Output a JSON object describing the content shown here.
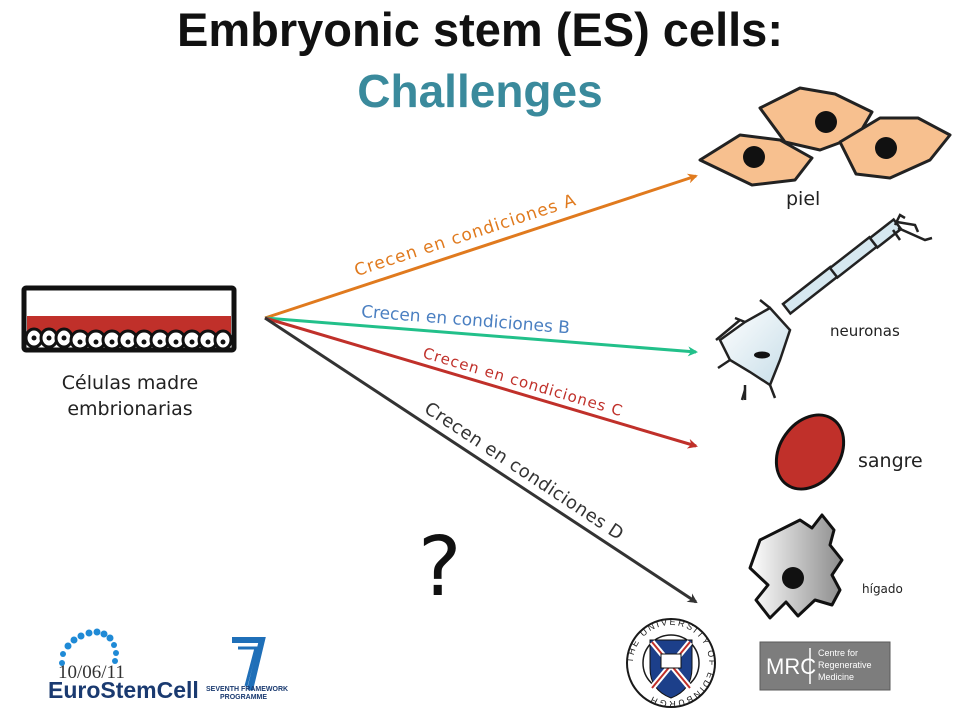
{
  "title": {
    "line1": "Embryonic stem (ES) cells:",
    "line2": "Challenges"
  },
  "source": {
    "label_line1": "Células madre",
    "label_line2": "embrionarias"
  },
  "conditions": [
    {
      "label": "Crecen en condiciones A",
      "color": "#e07a1e"
    },
    {
      "label": "Crecen en condiciones B",
      "color": "#4a7fc1"
    },
    {
      "label": "Crecen en condiciones C",
      "color": "#c0302a"
    },
    {
      "label": "Crecen en condiciones D",
      "color": "#333333"
    }
  ],
  "arrow_colors": {
    "A": "#e07a1e",
    "B": "#22c08a",
    "C": "#c0302a",
    "D": "#333333"
  },
  "targets": {
    "skin": "piel",
    "neurons": "neuronas",
    "blood": "sangre",
    "liver": "hígado"
  },
  "question_mark": "?",
  "footer": {
    "date": "10/06/11",
    "eurostemcell_text": "EuroStemCell",
    "fp7_text1": "SEVENTH FRAMEWORK",
    "fp7_text2": "PROGRAMME",
    "edinburgh_text": "THE UNIVERSITY OF EDINBURGH",
    "mrc_text": "MRC",
    "mrc_sub1": "Centre for",
    "mrc_sub2": "Regenerative",
    "mrc_sub3": "Medicine"
  }
}
